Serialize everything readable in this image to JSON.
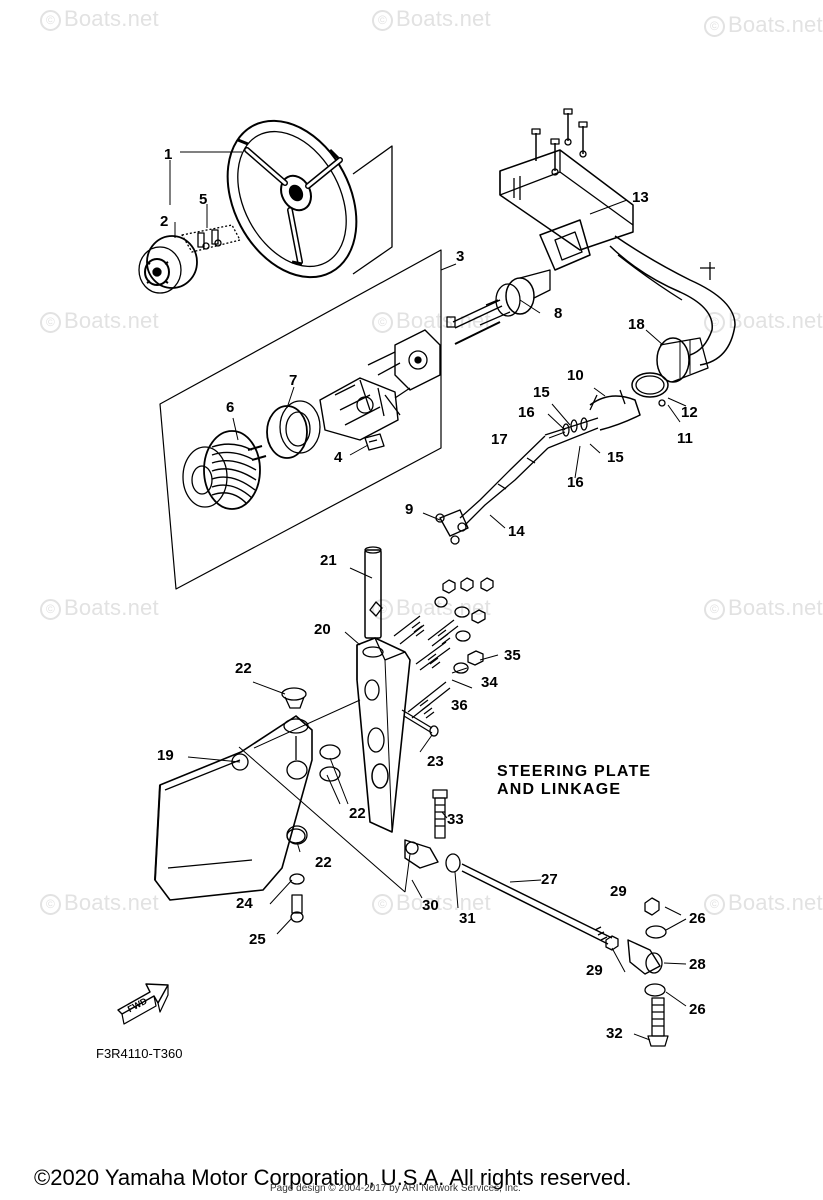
{
  "watermark": {
    "text": "Boats.net",
    "copyright_symbol": "©"
  },
  "diagram": {
    "title_line1": "STEERING PLATE",
    "title_line2": "AND LINKAGE",
    "code": "F3R4110-T360",
    "fwd_label": "FWD"
  },
  "callouts": [
    "1",
    "2",
    "3",
    "4",
    "5",
    "6",
    "7",
    "8",
    "9",
    "10",
    "11",
    "12",
    "13",
    "14",
    "15",
    "15",
    "16",
    "16",
    "17",
    "18",
    "19",
    "20",
    "21",
    "22",
    "22",
    "22",
    "23",
    "24",
    "25",
    "26",
    "26",
    "27",
    "28",
    "29",
    "29",
    "30",
    "31",
    "32",
    "33",
    "34",
    "35",
    "36"
  ],
  "footer": {
    "copyright": "©2020 Yamaha Motor Corporation, U.S.A. All rights reserved.",
    "page_credit": "Page design © 2004-2017 by ARI Network Services, Inc."
  },
  "colors": {
    "line": "#000000",
    "watermark": "#e2e2e2",
    "background": "#ffffff"
  }
}
